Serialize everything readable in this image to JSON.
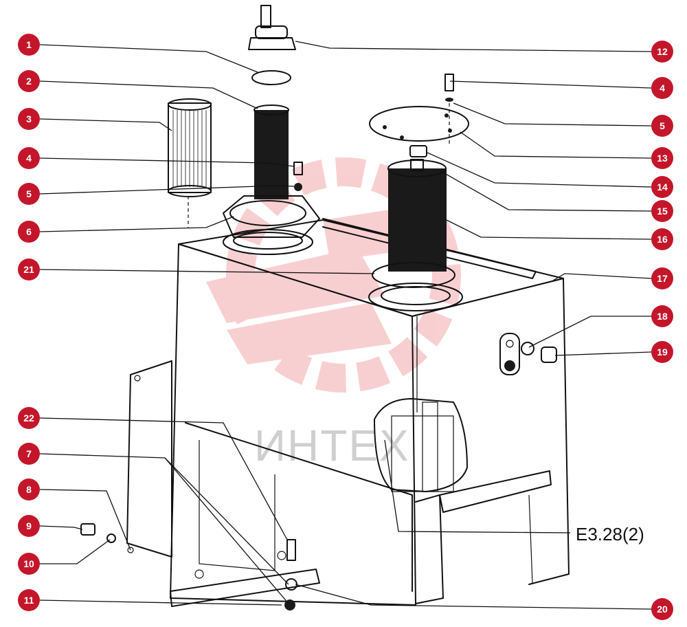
{
  "reference_code": "E3.28(2)",
  "watermark": {
    "text": "ИНТЕХ",
    "color": "#d0d0d0",
    "logo_color": "#f4a9ad"
  },
  "badge_color": "#c4162a",
  "callouts": [
    {
      "id": "c1",
      "label": "1"
    },
    {
      "id": "c2",
      "label": "2"
    },
    {
      "id": "c3",
      "label": "3"
    },
    {
      "id": "c4a",
      "label": "4"
    },
    {
      "id": "c5a",
      "label": "5"
    },
    {
      "id": "c6",
      "label": "6"
    },
    {
      "id": "c21",
      "label": "21"
    },
    {
      "id": "c22",
      "label": "22"
    },
    {
      "id": "c7",
      "label": "7"
    },
    {
      "id": "c8",
      "label": "8"
    },
    {
      "id": "c9",
      "label": "9"
    },
    {
      "id": "c10",
      "label": "10"
    },
    {
      "id": "c11",
      "label": "11"
    },
    {
      "id": "c12",
      "label": "12"
    },
    {
      "id": "c4b",
      "label": "4"
    },
    {
      "id": "c5b",
      "label": "5"
    },
    {
      "id": "c13",
      "label": "13"
    },
    {
      "id": "c14",
      "label": "14"
    },
    {
      "id": "c15",
      "label": "15"
    },
    {
      "id": "c16",
      "label": "16"
    },
    {
      "id": "c17",
      "label": "17"
    },
    {
      "id": "c18",
      "label": "18"
    },
    {
      "id": "c19",
      "label": "19"
    },
    {
      "id": "c20",
      "label": "20"
    }
  ]
}
